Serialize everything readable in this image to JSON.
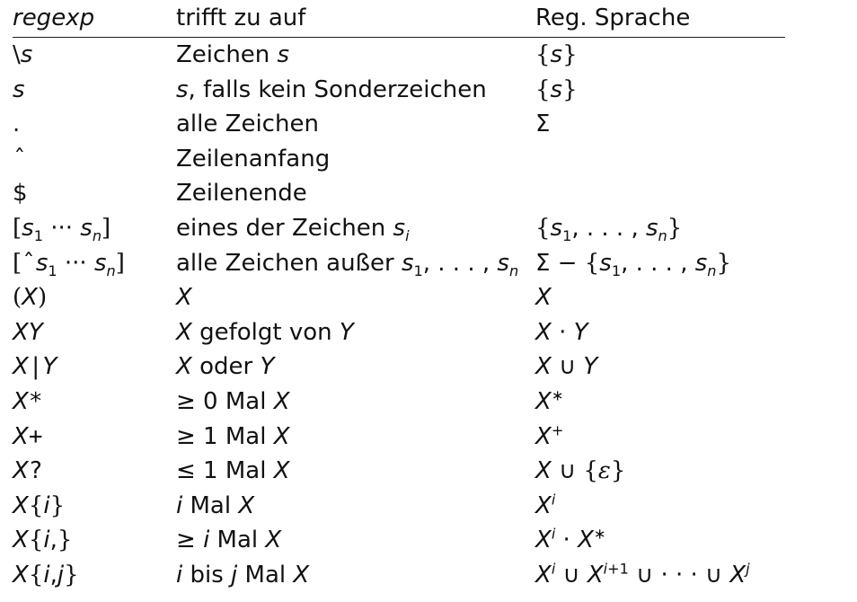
{
  "header": {
    "col_regexp": "regexp",
    "col_matches": "trifft zu auf",
    "col_language": "Reg. Sprache"
  },
  "rows": [
    {
      "regexp": "\\s",
      "matches": "Zeichen s",
      "language": "{s}"
    },
    {
      "regexp": "s",
      "matches": "s, falls kein Sonderzeichen",
      "language": "{s}"
    },
    {
      "regexp": ".",
      "matches": "alle Zeichen",
      "language": "Σ"
    },
    {
      "regexp": "^",
      "matches": "Zeilenanfang",
      "language": ""
    },
    {
      "regexp": "$",
      "matches": "Zeilenende",
      "language": ""
    },
    {
      "regexp": "[s1 ··· sn]",
      "matches": "eines der Zeichen si",
      "language": "{s1, . . . , sn}"
    },
    {
      "regexp": "[^s1 ··· sn]",
      "matches": "alle Zeichen außer s1, . . . , sn",
      "language": "Σ − {s1, . . . , sn}"
    },
    {
      "regexp": "(X)",
      "matches": "X",
      "language": "X"
    },
    {
      "regexp": "XY",
      "matches": "X gefolgt von Y",
      "language": "X · Y"
    },
    {
      "regexp": "X|Y",
      "matches": "X oder Y",
      "language": "X ∪ Y"
    },
    {
      "regexp": "X*",
      "matches": "≥ 0 Mal X",
      "language": "X*"
    },
    {
      "regexp": "X+",
      "matches": "≥ 1 Mal X",
      "language": "X+"
    },
    {
      "regexp": "X?",
      "matches": "≤ 1 Mal X",
      "language": "X ∪ {ε}"
    },
    {
      "regexp": "X{i}",
      "matches": "i Mal X",
      "language": "Xi"
    },
    {
      "regexp": "X{i,}",
      "matches": "≥ i Mal X",
      "language": "Xi · X*"
    },
    {
      "regexp": "X{i,j}",
      "matches": "i bis j Mal X",
      "language": "Xi ∪ Xi+1 ∪ · · · ∪ Xj"
    }
  ]
}
